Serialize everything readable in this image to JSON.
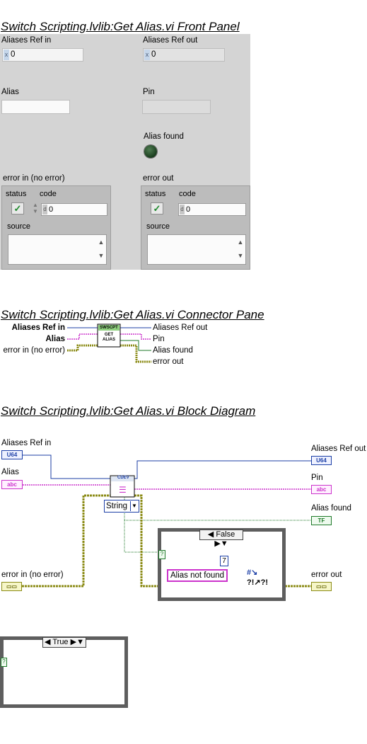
{
  "front_panel": {
    "title": "Switch Scripting.lvlib:Get Alias.vi Front Panel",
    "aliases_ref_in": {
      "label": "Aliases Ref in",
      "value": "0",
      "radix": "x"
    },
    "aliases_ref_out": {
      "label": "Aliases Ref out",
      "value": "0",
      "radix": "x"
    },
    "alias": {
      "label": "Alias",
      "value": ""
    },
    "pin": {
      "label": "Pin",
      "value": ""
    },
    "alias_found": {
      "label": "Alias found"
    },
    "error_in": {
      "label": "error in (no error)",
      "status_label": "status",
      "code_label": "code",
      "code_value": "0",
      "code_radix": "d",
      "source_label": "source",
      "status_glyph": "✓"
    },
    "error_out": {
      "label": "error out",
      "status_label": "status",
      "code_label": "code",
      "code_value": "0",
      "code_radix": "d",
      "source_label": "source",
      "status_glyph": "✓"
    }
  },
  "connector_pane": {
    "title": "Switch Scripting.lvlib:Get Alias.vi Connector Pane",
    "inputs": [
      "Aliases Ref in",
      "Alias",
      "error in (no error)"
    ],
    "outputs": [
      "Aliases Ref out",
      "Pin",
      "Alias found",
      "error out"
    ],
    "icon_top": "SWSCPT",
    "icon_lines": [
      "GET",
      "ALIAS"
    ]
  },
  "block_diagram": {
    "title": "Switch Scripting.lvlib:Get Alias.vi Block Diagram",
    "labels": {
      "aliases_ref_in": "Aliases Ref in",
      "alias": "Alias",
      "error_in": "error in (no error)",
      "aliases_ref_out": "Aliases Ref out",
      "pin": "Pin",
      "alias_found": "Alias found",
      "error_out": "error out"
    },
    "terminals": {
      "u64": "U64",
      "abc": "abc",
      "tf": "TF"
    },
    "ring_value": "String",
    "case_false_selector": "False",
    "case_true_selector": "True",
    "error_code_const": "7",
    "error_message_const": "Alias not found",
    "node_badge": "CDEV",
    "question_mark": "?"
  },
  "colors": {
    "u64": "#1c3fa6",
    "string": "#cc33cc",
    "boolean": "#1f7a2a",
    "error": "#8b8b16"
  }
}
